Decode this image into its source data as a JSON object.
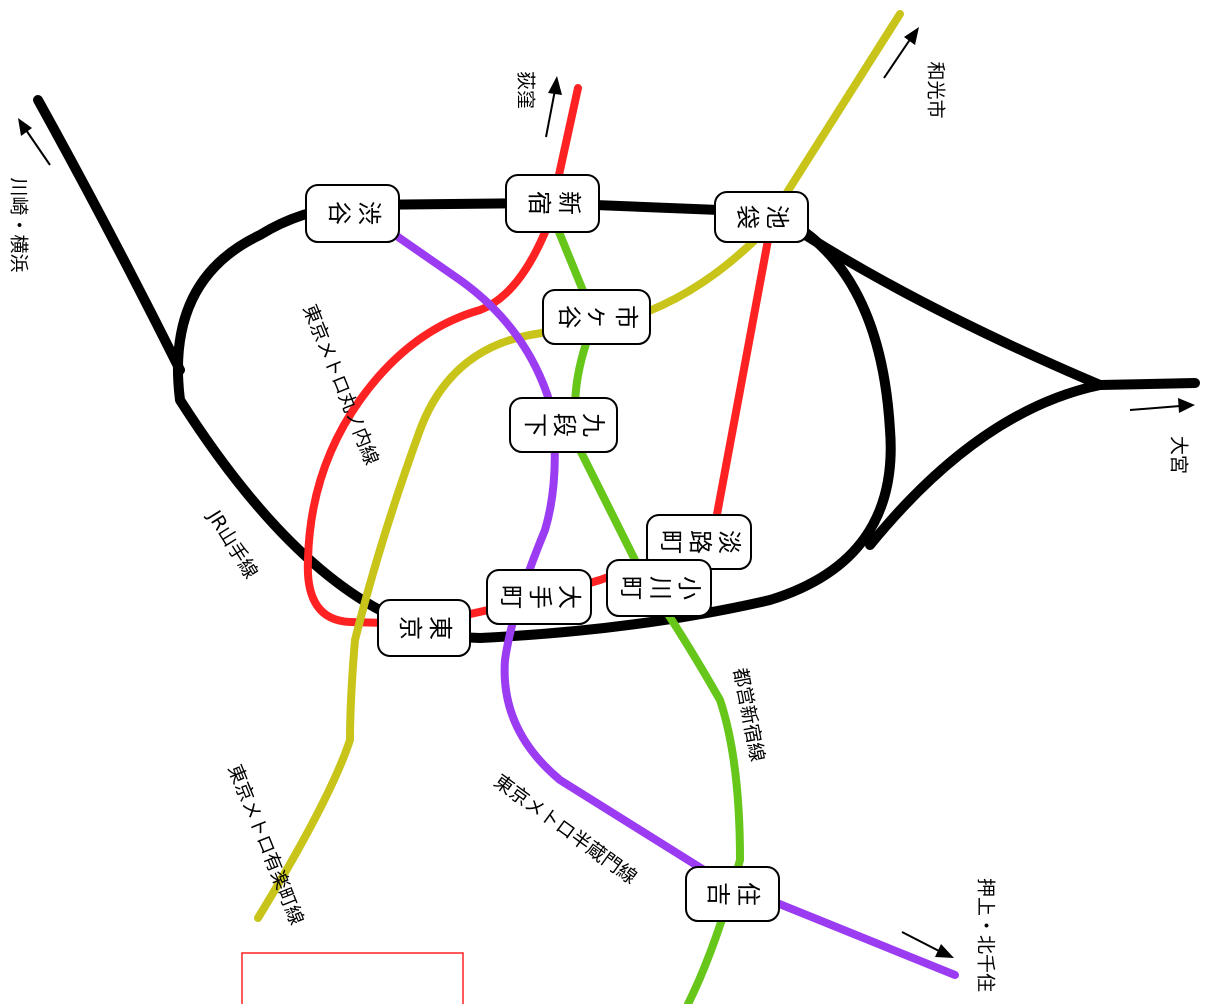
{
  "colors": {
    "jr_yamanote": "#000000",
    "marunouchi": "#ff2222",
    "yurakucho": "#c8c41a",
    "hanzomon": "#9b3cf2",
    "shinjuku_line": "#66c61a",
    "annotation_box": "#ff2222"
  },
  "stations": {
    "shibuya": [
      "渋",
      "谷"
    ],
    "shinjuku": [
      "新",
      "宿"
    ],
    "ikebukuro": [
      "池",
      "袋"
    ],
    "ichigaya": [
      "市",
      "ヶ",
      "谷"
    ],
    "kudanshita": [
      "九",
      "段",
      "下"
    ],
    "awajicho": [
      "淡",
      "路",
      "町"
    ],
    "ogawamachi": [
      "小",
      "川",
      "町"
    ],
    "otemachi": [
      "大",
      "手",
      "町"
    ],
    "tokyo": [
      "東",
      "京"
    ],
    "sumiyoshi": [
      "住",
      "吉"
    ]
  },
  "lines": {
    "jr_yamanote": "JR山手線",
    "marunouchi": "東京メトロ丸ノ内線",
    "yurakucho": "東京メトロ有楽町線",
    "hanzomon": "東京メトロ半蔵門線",
    "shinjuku_line": "都営新宿線"
  },
  "destinations": {
    "ogikubo": "荻窪",
    "wakoshi": "和光市",
    "kawasaki_yokohama": "川崎・横浜",
    "omiya": "大宮",
    "oshiage_kitasenju": "押上・北千住"
  }
}
